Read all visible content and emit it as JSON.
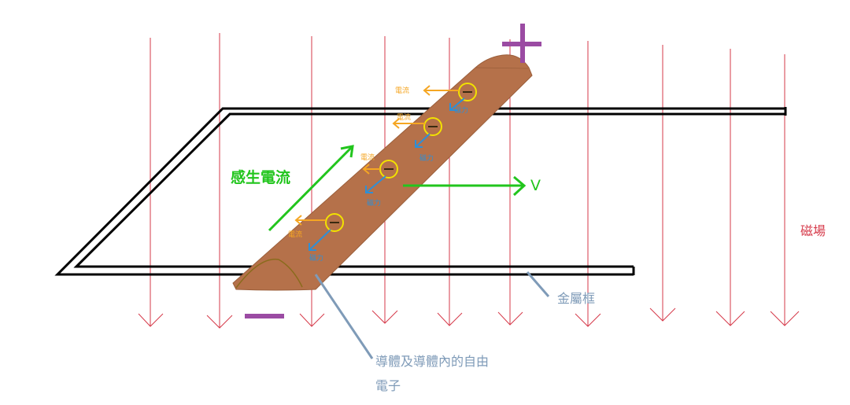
{
  "labels": {
    "induced_current": "感生電流",
    "velocity": "V",
    "magnetic_field": "磁場",
    "metal_frame": "金屬框",
    "conductor_line1": "導體及導體內的自由",
    "conductor_line2": "電子",
    "positive": "+",
    "negative": "−"
  },
  "electrons": [
    {
      "current_label": "電流",
      "force_label": "磁力",
      "charge": "−"
    },
    {
      "current_label": "電流",
      "force_label": "磁力",
      "charge": "−"
    },
    {
      "current_label": "電流",
      "force_label": "磁力",
      "charge": "−"
    },
    {
      "current_label": "電流",
      "force_label": "磁力",
      "charge": "−"
    }
  ],
  "colors": {
    "field_lines": "#d63a4a",
    "frame": "#000000",
    "conductor": "#b5714a",
    "induced": "#22c51d",
    "electron": "#f2e200",
    "current": "#f5a623",
    "force": "#2e8fd6",
    "pole": "#9b4ba3",
    "pointer": "#7f9bb8"
  }
}
